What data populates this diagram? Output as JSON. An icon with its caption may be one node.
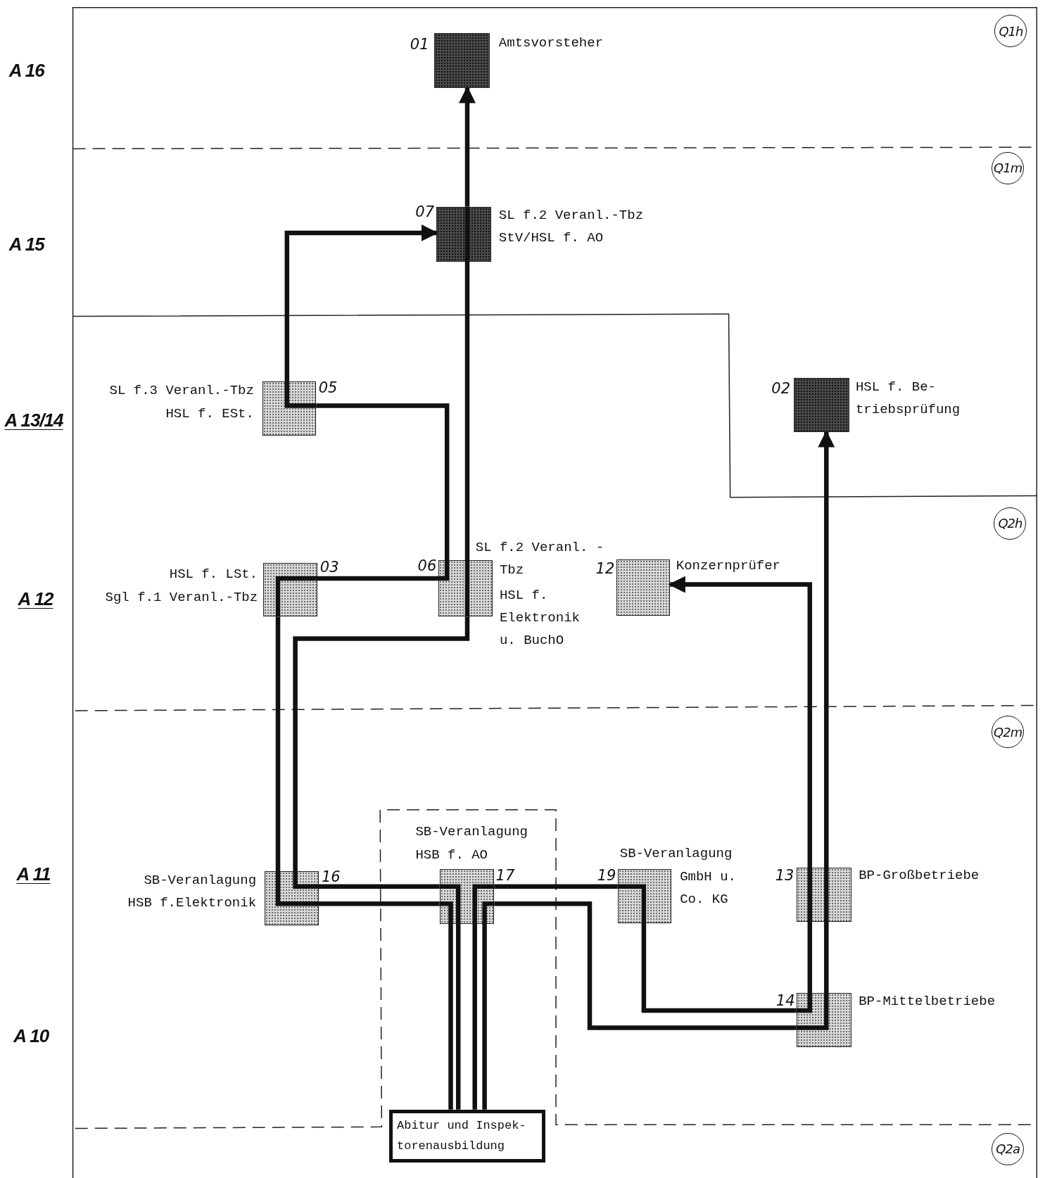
{
  "diagram": {
    "nodes": [
      {
        "text": [
          "Amtsvorsteher"
        ],
        "beside": [
          "01"
        ]
      },
      {
        "text": [
          "SL f.2 Veranl.-Tbz",
          "StV/HSL f. AO"
        ],
        "beside": [
          "07"
        ]
      },
      {
        "text": [
          "SL f.3 Veranl.-Tbz",
          "HSL f. ESt."
        ],
        "beside": [
          "05"
        ]
      },
      {
        "text": [
          "HSL f. Be- triebsprüfung"
        ],
        "beside": [
          "02"
        ]
      },
      {
        "text": [
          "HSL f. LSt.",
          "Sgl f.1 Veranl.-Tbz"
        ],
        "beside": [
          "03"
        ]
      },
      {
        "text": [
          "SL f.2 Veranl. -Tbz",
          "HSL f. Elektronik u. BuchO"
        ],
        "beside": [
          "06"
        ]
      },
      {
        "text": [
          "Konzernprüfer"
        ],
        "beside": [
          "12"
        ]
      },
      {
        "text": [
          "SB-Veranlagung",
          "HSB f. AO"
        ],
        "beside": [
          "17"
        ]
      },
      {
        "text": [
          "SB-Veranlagung",
          "HSB f.Elektronik"
        ],
        "beside": [
          "16"
        ]
      },
      {
        "text": [
          "SB-Veranlagung",
          "GmbH u. Co. KG"
        ],
        "beside": [
          "19"
        ]
      },
      {
        "text": [
          "BP-Großbetriebe"
        ],
        "beside": [
          "13"
        ]
      },
      {
        "text": [
          "BP-Mittelbetriebe"
        ],
        "beside": [
          "14"
        ]
      },
      {
        "text": [
          "Abitur und Inspek- torenausbildung"
        ]
      }
    ],
    "edges": [
      {
        "from": 12,
        "to": 7,
        "arrow": "none"
      },
      {
        "from": 7,
        "to": 8,
        "arrow": "none"
      },
      {
        "from": 8,
        "to": 4,
        "arrow": "none"
      },
      {
        "from": 4,
        "to": 5,
        "arrow": "none"
      },
      {
        "from": 5,
        "to": 2,
        "arrow": "none"
      },
      {
        "from": 2,
        "to": 1,
        "arrow": "to"
      },
      {
        "from": 12,
        "to": 7,
        "arrow": "none"
      },
      {
        "from": 7,
        "to": 8,
        "arrow": "none"
      },
      {
        "from": 8,
        "to": 5,
        "arrow": "none"
      },
      {
        "from": 5,
        "to": 1,
        "arrow": "none"
      },
      {
        "from": 1,
        "to": 0,
        "arrow": "to"
      },
      {
        "from": 12,
        "to": 7,
        "arrow": "none"
      },
      {
        "from": 7,
        "to": 9,
        "arrow": "none"
      },
      {
        "from": 9,
        "to": 11,
        "arrow": "none"
      },
      {
        "from": 11,
        "to": 10,
        "arrow": "none"
      },
      {
        "from": 10,
        "to": 6,
        "arrow": "to"
      },
      {
        "from": 12,
        "to": 7,
        "arrow": "none"
      },
      {
        "from": 7,
        "to": 11,
        "arrow": "none"
      },
      {
        "from": 11,
        "to": 10,
        "arrow": "none"
      },
      {
        "from": 10,
        "to": 3,
        "arrow": "to"
      }
    ],
    "labels": [
      "A 16",
      "Q1h",
      "A 15",
      "Q1m",
      "A 13/14",
      "Q2h",
      "A 12",
      "Q2m",
      "A 11",
      "A 10",
      "Q2a"
    ]
  }
}
